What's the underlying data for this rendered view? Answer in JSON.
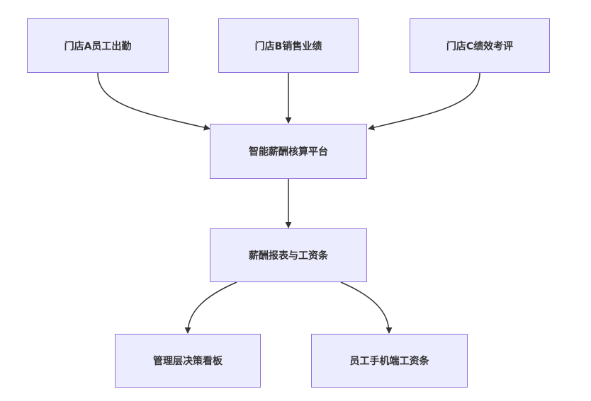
{
  "colors": {
    "node_fill": "#ececff",
    "node_border": "#9370db",
    "edge": "#333333",
    "text": "#333333"
  },
  "nodes": {
    "store_a": {
      "label": "门店A员工出勤"
    },
    "store_b": {
      "label": "门店B销售业绩"
    },
    "store_c": {
      "label": "门店C绩效考评"
    },
    "platform": {
      "label": "智能薪酬核算平台"
    },
    "reports": {
      "label": "薪酬报表与工资条"
    },
    "dashboard": {
      "label": "管理层决策看板"
    },
    "mobile": {
      "label": "员工手机端工资条"
    }
  },
  "edges": [
    {
      "from": "store_a",
      "to": "platform"
    },
    {
      "from": "store_b",
      "to": "platform"
    },
    {
      "from": "store_c",
      "to": "platform"
    },
    {
      "from": "platform",
      "to": "reports"
    },
    {
      "from": "reports",
      "to": "dashboard"
    },
    {
      "from": "reports",
      "to": "mobile"
    }
  ]
}
